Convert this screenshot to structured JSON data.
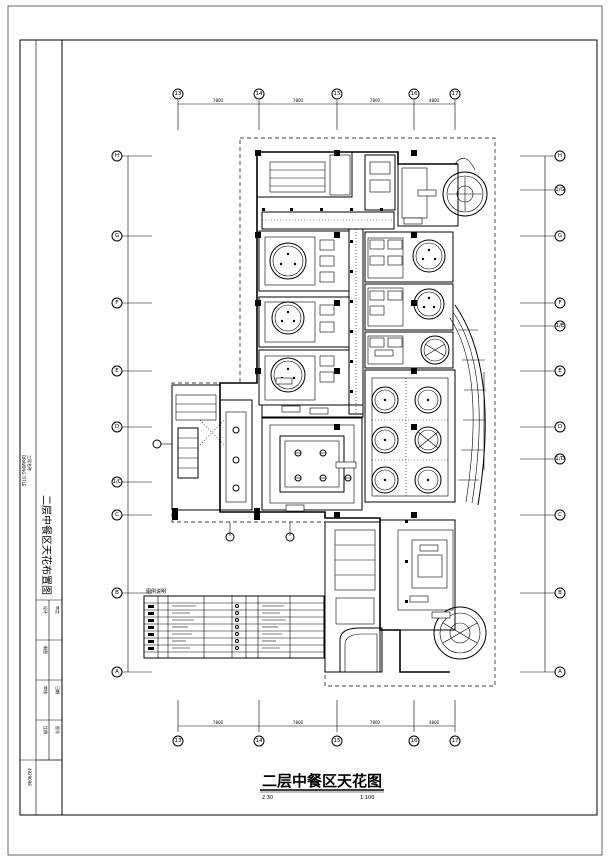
{
  "drawing": {
    "title": "二层中餐区天花图",
    "scale": "1:100",
    "sheet_no": "2.30"
  },
  "title_block": {
    "vertical_title": "二层中餐区天花布置图",
    "company": "工程名称",
    "company_sub": "DRAWING TITLE",
    "design_label": "设计",
    "draw_label": "制图",
    "check_label": "审核",
    "approve_label": "审定",
    "date_label": "日期",
    "scale_label": "比例",
    "sheet_label": "图号",
    "code": "4929098"
  },
  "axes": {
    "columns": [
      "13",
      "14",
      "15",
      "16",
      "17"
    ],
    "rows": [
      "H",
      "G",
      "F",
      "E",
      "D",
      "1/C",
      "C",
      "B",
      "A"
    ]
  },
  "legend": {
    "header": "图例说明"
  },
  "icons": [
    "grid-bubble-icon",
    "downlight-icon",
    "ceiling-light-icon",
    "north-bubble-icon"
  ]
}
